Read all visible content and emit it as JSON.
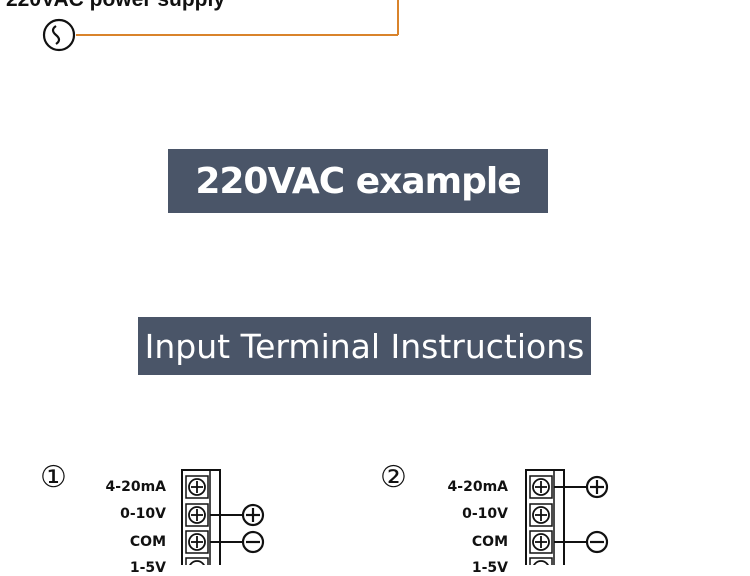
{
  "top_caption": "220VAC power supply",
  "banners": {
    "example": "220VAC example",
    "instructions": "Input Terminal Instructions"
  },
  "diagrams": [
    {
      "number": "①",
      "labels": [
        "4-20mA",
        "0-10V",
        "COM",
        "1-5V"
      ]
    },
    {
      "number": "②",
      "labels": [
        "4-20mA",
        "0-10V",
        "COM",
        "1-5V"
      ]
    }
  ],
  "colors": {
    "banner_bg": "#4a5568",
    "wire_orange": "#d9832b"
  }
}
